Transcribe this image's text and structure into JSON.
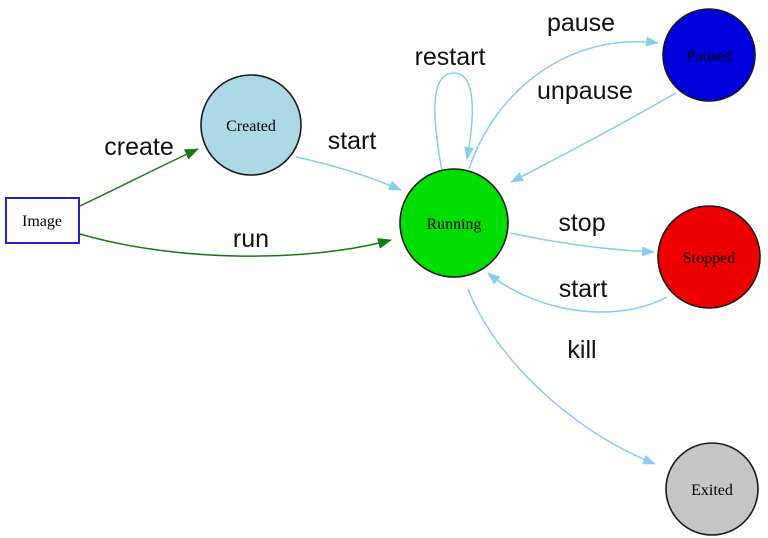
{
  "diagram": {
    "kind": "container-lifecycle-state-diagram",
    "nodes": [
      {
        "id": "image",
        "label": "Image",
        "shape": "box",
        "fill": "#ffffff",
        "stroke": "#2222cc"
      },
      {
        "id": "created",
        "label": "Created",
        "shape": "circle",
        "fill": "#add8e6",
        "stroke": "#1a1a1a"
      },
      {
        "id": "running",
        "label": "Running",
        "shape": "circle",
        "fill": "#00dd00",
        "stroke": "#1a1a1a"
      },
      {
        "id": "paused",
        "label": "Paused",
        "shape": "circle",
        "fill": "#0000dd",
        "stroke": "#1a1a1a"
      },
      {
        "id": "stopped",
        "label": "Stopped",
        "shape": "circle",
        "fill": "#ee0000",
        "stroke": "#1a1a1a"
      },
      {
        "id": "exited",
        "label": "Exited",
        "shape": "circle",
        "fill": "#c6c6c6",
        "stroke": "#1a1a1a"
      }
    ],
    "edges": [
      {
        "from": "image",
        "to": "created",
        "label": "create",
        "color": "#157a15"
      },
      {
        "from": "image",
        "to": "running",
        "label": "run",
        "color": "#157a15"
      },
      {
        "from": "created",
        "to": "running",
        "label": "start",
        "color": "#87ceeb"
      },
      {
        "from": "running",
        "to": "running",
        "label": "restart",
        "color": "#87ceeb"
      },
      {
        "from": "running",
        "to": "paused",
        "label": "pause",
        "color": "#87ceeb"
      },
      {
        "from": "paused",
        "to": "running",
        "label": "unpause",
        "color": "#87ceeb"
      },
      {
        "from": "running",
        "to": "stopped",
        "label": "stop",
        "color": "#87ceeb"
      },
      {
        "from": "stopped",
        "to": "running",
        "label": "start",
        "color": "#87ceeb"
      },
      {
        "from": "running",
        "to": "exited",
        "label": "kill",
        "color": "#87ceeb"
      }
    ]
  },
  "colors": {
    "background": "#ffffff",
    "edge_action": "#87ceeb",
    "edge_create": "#157a15",
    "node_border": "#1a1a1a",
    "label_text": "#111111"
  }
}
